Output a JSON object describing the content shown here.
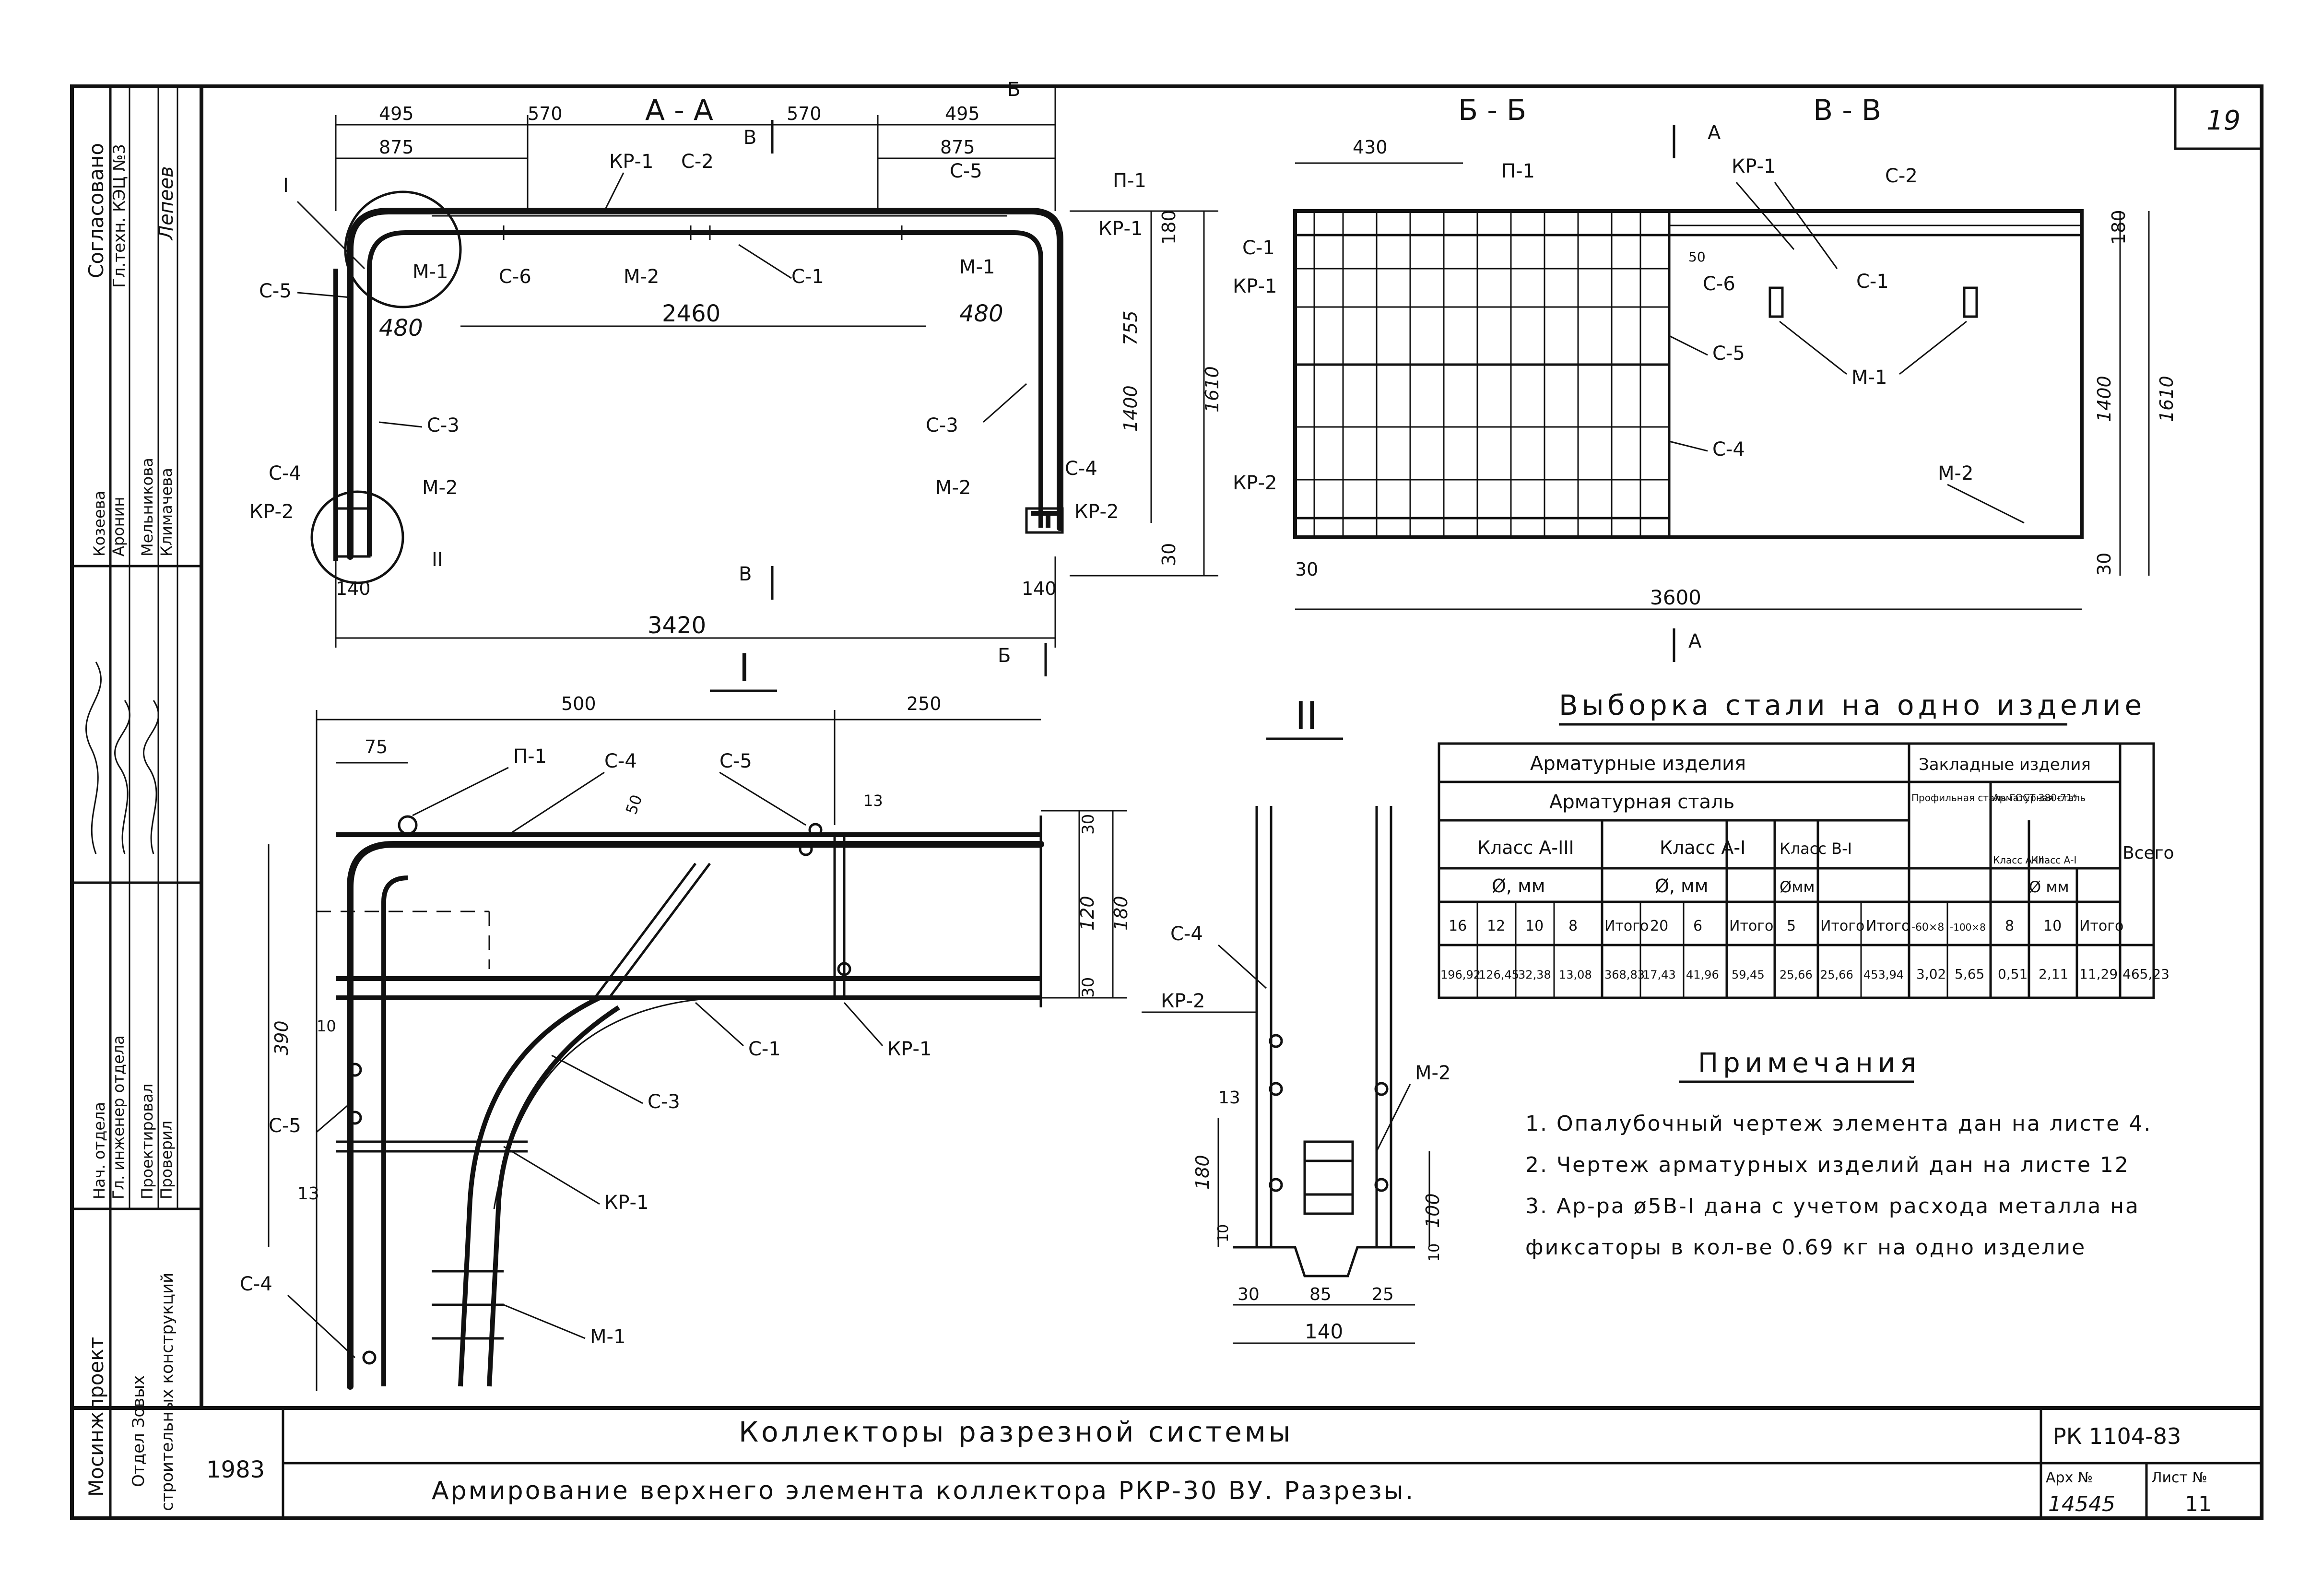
{
  "sheet_no": "19",
  "approval": {
    "title": "Согласовано",
    "line1": "Гл.техн. КЭЦ №3",
    "line2": "Лепеев"
  },
  "signatures": {
    "names": [
      "Козеева",
      "Аронин",
      "Мельникова",
      "Климачева"
    ],
    "roles": [
      "Нач. отдела",
      "Гл. инженер отдела",
      "Проектировал",
      "Проверил"
    ]
  },
  "org": {
    "name": "Мосинжпроект",
    "dept_line1": "Отдел Зовых",
    "dept_line2": "строительных конструкций",
    "year": "1983"
  },
  "title_block": {
    "title": "Коллекторы разрезной системы",
    "subtitle": "Армирование верхнего элемента коллектора РКР-30 ВУ. Разрезы.",
    "code": "РК 1104-83",
    "arch_label": "Арх №",
    "arch_no": "14545",
    "sheet_label": "Лист №",
    "sheet_value": "11"
  },
  "view_aa": {
    "title": "А - А",
    "section_marks": [
      "Б",
      "В",
      "В",
      "Б"
    ],
    "dims": [
      "495",
      "570",
      "570",
      "495",
      "875",
      "875",
      "2460",
      "480",
      "480",
      "3420",
      "140",
      "140",
      "180",
      "755",
      "1400",
      "1610",
      "30"
    ],
    "roman": [
      "I",
      "II"
    ],
    "labels": [
      "КР-1",
      "С-2",
      "С-5",
      "П-1",
      "С-5",
      "М-1",
      "С-6",
      "М-2",
      "С-1",
      "М-1",
      "КР-1",
      "С-3",
      "С-3",
      "С-4",
      "М-2",
      "КР-2",
      "С-4",
      "М-2",
      "КР-2"
    ]
  },
  "view_bb": {
    "title": "Б - Б",
    "dims": [
      "430",
      "30",
      "3600"
    ],
    "labels": [
      "П-1",
      "С-1",
      "КР-1",
      "КР-2"
    ]
  },
  "view_vv": {
    "title": "В - В",
    "marks": [
      "А",
      "А"
    ],
    "dims": [
      "180",
      "1400",
      "1610",
      "30",
      "50"
    ],
    "labels": [
      "КР-1",
      "С-2",
      "С-6",
      "С-1",
      "С-5",
      "С-4",
      "М-1",
      "М-2"
    ]
  },
  "detail_1": {
    "title": "I",
    "dims": [
      "500",
      "250",
      "75",
      "50",
      "13",
      "30",
      "120",
      "180",
      "30",
      "390",
      "10",
      "13"
    ],
    "labels": [
      "П-1",
      "С-4",
      "С-5",
      "С-1",
      "КР-1",
      "С-3",
      "С-5",
      "КР-1",
      "С-4",
      "М-1"
    ]
  },
  "detail_2": {
    "title": "II",
    "dims": [
      "13",
      "180",
      "10",
      "100",
      "10",
      "30",
      "85",
      "25",
      "140"
    ],
    "labels": [
      "С-4",
      "КР-2",
      "М-2"
    ]
  },
  "steel_table": {
    "title": "Выборка стали на одно изделие",
    "h_armatur": "Арматурные изделия",
    "h_zaklad": "Закладные изделия",
    "h_steel": "Арматурная сталь",
    "h_profile": "Профильная сталь ГОСТ 380-71*",
    "h_arm_steel2": "Арматурная сталь",
    "h_total": "Всего",
    "h_classes": [
      "Класс А-III",
      "Класс А-I",
      "Класс В-I",
      "Класс А-III",
      "Класс А-I"
    ],
    "h_units": [
      "Ø, мм",
      "Ø, мм",
      "Øмм",
      "Ø мм"
    ],
    "diam": [
      "16",
      "12",
      "10",
      "8",
      "Итого",
      "20",
      "6",
      "Итого",
      "5",
      "Итого",
      "Итого",
      "-60×8",
      "-100×8",
      "8",
      "10",
      "Итого"
    ],
    "values": [
      "196,92",
      "126,45",
      "32,38",
      "13,08",
      "368,83",
      "17,43",
      "41,96",
      "59,45",
      "25,66",
      "25,66",
      "453,94",
      "3,02",
      "5,65",
      "0,51",
      "2,11",
      "11,29",
      "465,23"
    ]
  },
  "notes": {
    "title": "Примечания",
    "items": [
      "1. Опалубочный чертеж элемента дан на листе 4.",
      "2. Чертеж арматурных изделий дан на листе 12",
      "3. Ар-ра ø5В-I дана с учетом расхода металла на фиксаторы в кол-ве 0.69 кг на одно изделие"
    ]
  }
}
